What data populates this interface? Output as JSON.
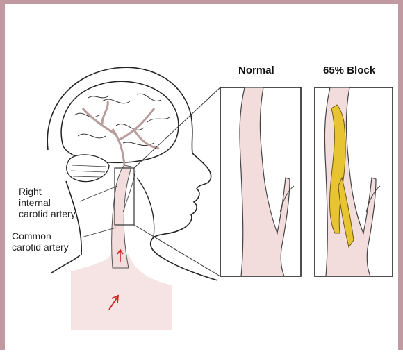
{
  "panels": {
    "normal_title": "Normal",
    "block_title": "65% Block"
  },
  "labels": {
    "internal_line1": "Right",
    "internal_line2": "internal",
    "internal_line3": "carotid artery",
    "common_line1": "Common",
    "common_line2": "carotid artery"
  },
  "colors": {
    "frame": "#c09aa0",
    "artery": "#f2dcdc",
    "plaque": "#e8c433",
    "arrow": "#cc2222"
  }
}
